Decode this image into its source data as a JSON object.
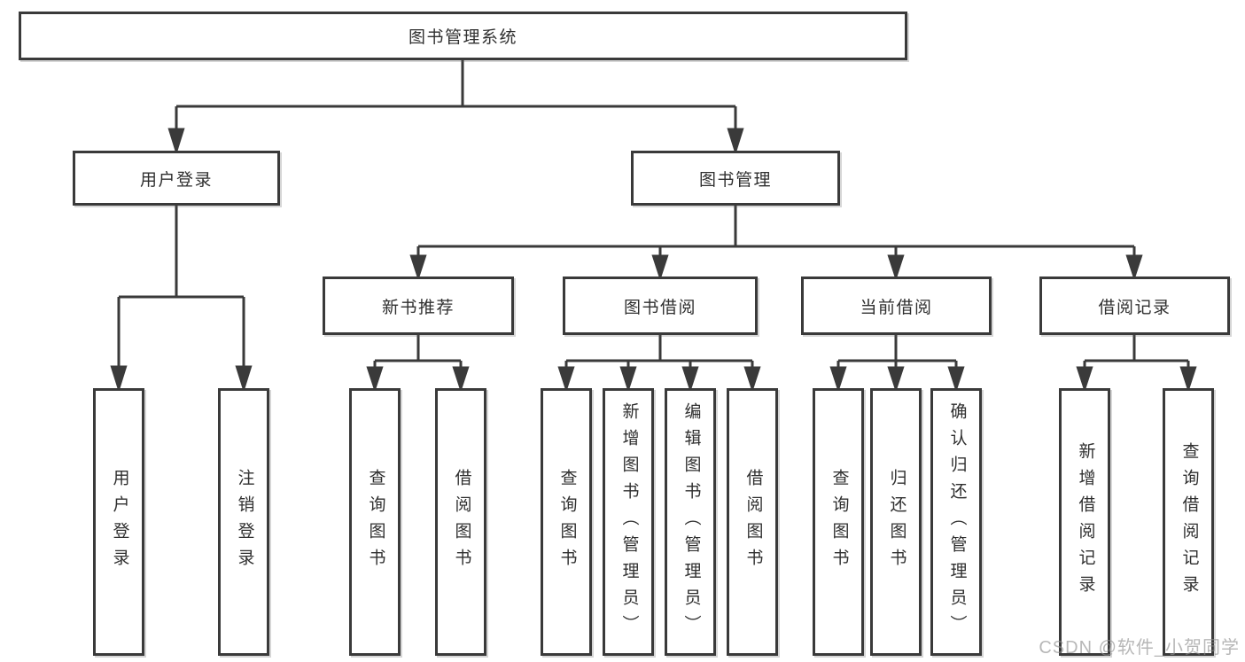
{
  "diagram": {
    "root": {
      "label": "图书管理系统"
    },
    "level2": {
      "user_login": {
        "label": "用户登录"
      },
      "book_mgmt": {
        "label": "图书管理"
      }
    },
    "level3": {
      "new_books": {
        "label": "新书推荐"
      },
      "book_borrow": {
        "label": "图书借阅"
      },
      "current_borrow": {
        "label": "当前借阅"
      },
      "borrow_records": {
        "label": "借阅记录"
      }
    },
    "leaves": {
      "user_login": [
        "用户登录",
        "注销登录"
      ],
      "new_books": [
        "查询图书",
        "借阅图书"
      ],
      "book_borrow": [
        "查询图书",
        "新增图书（管理员）",
        "编辑图书（管理员）",
        "借阅图书"
      ],
      "current_borrow": [
        "查询图书",
        "归还图书",
        "确认归还（管理员）"
      ],
      "borrow_records": [
        "新增借阅记录",
        "查询借阅记录"
      ]
    }
  },
  "colors": {
    "line": "#3a3a3a",
    "text": "#2f2f2f",
    "background": "#ffffff",
    "watermark": "#919191"
  },
  "watermark": "CSDN @软件_小贺同学"
}
